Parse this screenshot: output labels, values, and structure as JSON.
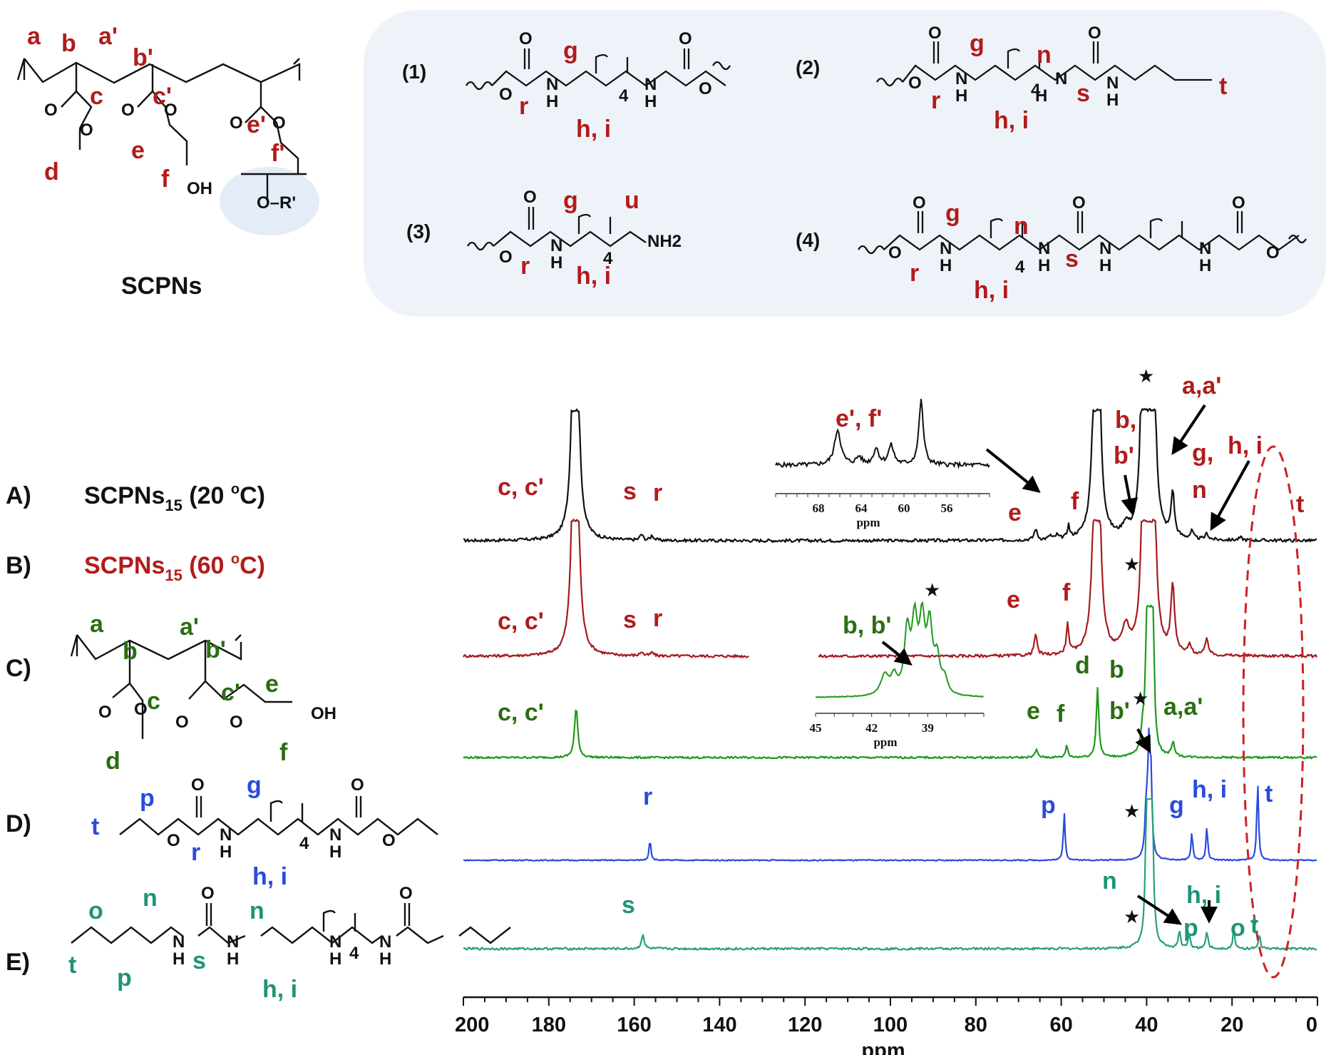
{
  "colors": {
    "A": "#111111",
    "B": "#a51a1f",
    "C": "#1e9a1e",
    "D": "#2a4bdc",
    "E": "#27a07a",
    "label_red": "#b31b1b",
    "label_dkgreen": "#2b6e12",
    "label_blue": "#2a4bdc",
    "label_teal": "#1f9478",
    "panel_bg": "#eef3fa"
  },
  "top": {
    "scpns_title": "SCPNs",
    "scpns_labels": [
      "a",
      "b",
      "a'",
      "b'",
      "c",
      "c'",
      "d",
      "e",
      "f",
      "e'",
      "f'"
    ],
    "scpns_atoms": [
      "O",
      "O",
      "O",
      "O",
      "O",
      "O",
      "OH",
      "O–R'"
    ],
    "structures": [
      {
        "num": "(1)",
        "labels": [
          "g",
          "r",
          "h, i"
        ],
        "atoms": [
          "O",
          "O",
          "O",
          "O",
          "N",
          "H",
          "N",
          "H",
          "4"
        ]
      },
      {
        "num": "(2)",
        "labels": [
          "g",
          "n",
          "r",
          "s",
          "t",
          "h, i"
        ],
        "atoms": [
          "O",
          "O",
          "O",
          "N",
          "H",
          "N",
          "H",
          "N",
          "H",
          "4"
        ]
      },
      {
        "num": "(3)",
        "labels": [
          "g",
          "u",
          "r",
          "h, i"
        ],
        "atoms": [
          "O",
          "O",
          "N",
          "H",
          "NH2",
          "4"
        ]
      },
      {
        "num": "(4)",
        "labels": [
          "g",
          "n",
          "r",
          "s",
          "h, i"
        ],
        "atoms": [
          "O",
          "O",
          "O",
          "O",
          "O",
          "N",
          "H",
          "N",
          "H",
          "N",
          "H",
          "N",
          "H",
          "4"
        ]
      }
    ]
  },
  "rows": [
    {
      "id": "A)",
      "name": "SCPNs",
      "sub": "15",
      "cond": " (20 ",
      "sup": "o",
      "tail": "C)"
    },
    {
      "id": "B)",
      "name": "SCPNs",
      "sub": "15",
      "cond": " (60 ",
      "sup": "o",
      "tail": "C)"
    },
    {
      "id": "C)"
    },
    {
      "id": "D)"
    },
    {
      "id": "E)"
    }
  ],
  "structC": {
    "labels": [
      "a",
      "b",
      "a'",
      "b'",
      "c",
      "c'",
      "d",
      "e",
      "f"
    ],
    "atoms": [
      "O",
      "O",
      "O",
      "O",
      "OH"
    ]
  },
  "structD": {
    "labels": [
      "t",
      "p",
      "g",
      "r",
      "h, i"
    ],
    "atoms": [
      "O",
      "O",
      "O",
      "O",
      "N",
      "H",
      "N",
      "H",
      "4"
    ]
  },
  "structE": {
    "labels": [
      "o",
      "n",
      "n",
      "t",
      "p",
      "s",
      "h, i"
    ],
    "atoms": [
      "O",
      "O",
      "N",
      "H",
      "N",
      "H",
      "N",
      "H",
      "N",
      "H",
      "4"
    ]
  },
  "peak_labels": {
    "A": [
      "c, c'",
      "s",
      "r",
      "e",
      "f",
      "b,",
      "b'",
      "a,a'",
      "g,",
      "n",
      "h, i",
      "t",
      "e', f'"
    ],
    "B": [
      "c, c'",
      "s",
      "r",
      "e",
      "f"
    ],
    "C": [
      "c, c'",
      "e",
      "f",
      "d",
      "b",
      "b'",
      "a,a'",
      "b, b'"
    ],
    "D": [
      "r",
      "p",
      "g",
      "h, i",
      "t"
    ],
    "E": [
      "s",
      "n",
      "h, i",
      "p",
      "o",
      "t"
    ],
    "star": "★"
  },
  "chart_data": [
    {
      "type": "line",
      "title": "",
      "xlabel": "ppm",
      "ylabel": "",
      "xlim": [
        200,
        0
      ],
      "xticks": [
        200,
        180,
        160,
        140,
        120,
        100,
        80,
        60,
        40,
        20,
        0
      ],
      "xtick_labels": [
        "200",
        "180",
        "160",
        "140",
        "120",
        "100",
        "80",
        "60",
        "40",
        "20",
        "0"
      ],
      "series": [
        {
          "peaks": [
            [
              173.8,
              9.0,
              0.6
            ],
            [
              158.3,
              0.12,
              0.4
            ],
            [
              155.8,
              0.1,
              0.4
            ],
            [
              66.0,
              0.22,
              0.4
            ],
            [
              62.6,
              0.08,
              0.35
            ],
            [
              61.0,
              0.08,
              0.35
            ],
            [
              58.3,
              0.25,
              0.3
            ],
            [
              51.7,
              9.0,
              0.6
            ],
            [
              44.9,
              0.22,
              0.9
            ],
            [
              40.6,
              9.0,
              0.5
            ],
            [
              38.7,
              9.0,
              0.5
            ],
            [
              33.9,
              0.9,
              0.45
            ],
            [
              29.4,
              0.15,
              0.4
            ],
            [
              25.9,
              0.12,
              0.4
            ],
            [
              18.0,
              0.05,
              0.5
            ]
          ]
        },
        {
          "peaks": [
            [
              173.8,
              9.0,
              0.6
            ],
            [
              158.3,
              0.08,
              0.4
            ],
            [
              155.8,
              0.07,
              0.4
            ],
            [
              66.0,
              0.42,
              0.4
            ],
            [
              58.5,
              0.58,
              0.35
            ],
            [
              51.7,
              9.0,
              0.6
            ],
            [
              44.9,
              0.5,
              1.0
            ],
            [
              40.4,
              9.0,
              0.5
            ],
            [
              38.7,
              9.0,
              0.5
            ],
            [
              33.9,
              1.35,
              0.5
            ],
            [
              29.9,
              0.2,
              0.4
            ],
            [
              25.9,
              0.35,
              0.4
            ]
          ]
        },
        {
          "peaks": [
            [
              173.6,
              1.0,
              0.45
            ],
            [
              65.8,
              0.15,
              0.4
            ],
            [
              58.7,
              0.25,
              0.3
            ],
            [
              51.5,
              1.4,
              0.35
            ],
            [
              40.9,
              0.42,
              0.4
            ],
            [
              39.8,
              3.9,
              0.35
            ],
            [
              39.2,
              4.3,
              0.3
            ],
            [
              38.6,
              3.6,
              0.3
            ],
            [
              33.8,
              0.27,
              0.45
            ]
          ]
        },
        {
          "peaks": [
            [
              156.3,
              0.42,
              0.25
            ],
            [
              59.3,
              0.95,
              0.25
            ],
            [
              40.1,
              0.9,
              0.35
            ],
            [
              39.5,
              2.0,
              0.3
            ],
            [
              39.0,
              1.5,
              0.3
            ],
            [
              29.4,
              0.55,
              0.25
            ],
            [
              25.9,
              0.65,
              0.25
            ],
            [
              14.0,
              1.55,
              0.25
            ]
          ]
        },
        {
          "peaks": [
            [
              158.0,
              0.3,
              0.35
            ],
            [
              40.0,
              2.0,
              0.35
            ],
            [
              39.4,
              5.5,
              0.3
            ],
            [
              38.8,
              3.5,
              0.3
            ],
            [
              32.3,
              0.35,
              0.3
            ],
            [
              30.0,
              0.28,
              0.3
            ],
            [
              25.9,
              0.35,
              0.3
            ],
            [
              19.6,
              0.4,
              0.25
            ],
            [
              13.6,
              0.28,
              0.25
            ]
          ]
        }
      ]
    },
    {
      "type": "line",
      "title": "",
      "xlabel": "ppm",
      "xlim": [
        72,
        52
      ],
      "xticks": [
        68,
        64,
        60,
        56
      ],
      "xtick_labels": [
        "68",
        "64",
        "60",
        "56"
      ],
      "series": [
        {
          "peaks": [
            [
              66.2,
              0.55,
              0.35
            ],
            [
              62.6,
              0.25,
              0.3
            ],
            [
              61.2,
              0.3,
              0.3
            ],
            [
              58.4,
              1.0,
              0.25
            ],
            [
              64.2,
              0.12,
              0.3
            ]
          ]
        }
      ]
    },
    {
      "type": "line",
      "title": "",
      "xlabel": "ppm",
      "xlim": [
        45,
        36
      ],
      "xticks": [
        45,
        42,
        39
      ],
      "xtick_labels": [
        "45",
        "42",
        "39"
      ],
      "series": [
        {
          "peaks": [
            [
              41.3,
              0.3,
              0.25
            ],
            [
              40.8,
              0.25,
              0.2
            ],
            [
              40.1,
              0.9,
              0.18
            ],
            [
              39.7,
              1.0,
              0.18
            ],
            [
              39.3,
              1.0,
              0.18
            ],
            [
              38.9,
              0.95,
              0.18
            ],
            [
              38.5,
              0.5,
              0.18
            ],
            [
              38.1,
              0.22,
              0.18
            ]
          ]
        }
      ]
    }
  ]
}
